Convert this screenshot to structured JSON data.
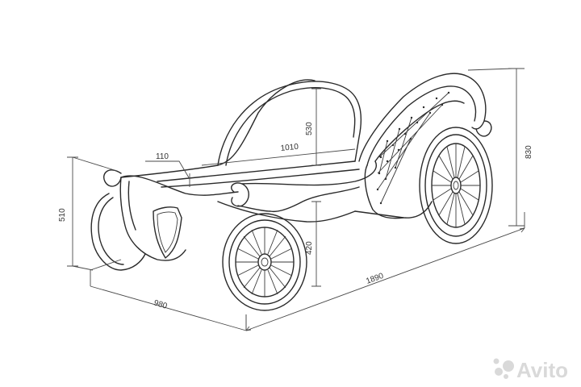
{
  "dimensions": {
    "length": "1890",
    "width": "980",
    "overall_height": "830",
    "side_height": "510",
    "mattress_height": "420",
    "headboard_height": "530",
    "mattress_length": "1010",
    "mattress_depth": "110"
  },
  "watermark": {
    "text": "Avito",
    "color": "#d9d9d9"
  },
  "colors": {
    "line": "#2a2a2a",
    "background": "#ffffff"
  }
}
